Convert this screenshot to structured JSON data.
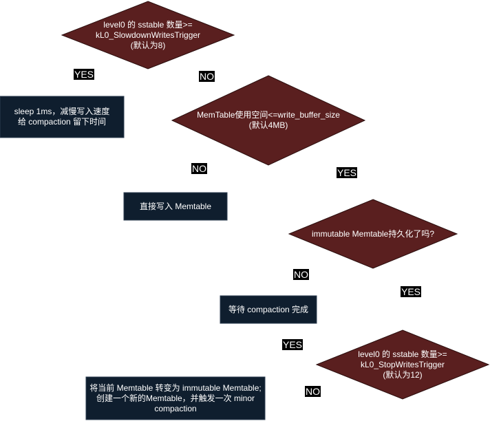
{
  "colors": {
    "diamond_fill": "#5a1f1f",
    "diamond_stroke": "#2a0e0e",
    "box_fill": "#0f1e2e",
    "box_stroke": "#2c3e50",
    "label_bg": "#000000",
    "text": "#ffffff"
  },
  "nodes": {
    "d1": "level0 的 sstable 数量>=\nkL0_SlowdownWritesTrigger\n(默认为8)",
    "b1": "sleep 1ms，减慢写入速度\n给 compaction 留下时间",
    "d2": "MemTable使用空间<=write_buffer_size\n(默认4MB)",
    "b2": "直接写入 Memtable",
    "d3": "immutable Memtable持久化了吗?",
    "b3": "等待 compaction 完成",
    "d4": "level0 的 sstable 数量>=\nkL0_StopWritesTrigger\n(默认为12)",
    "b4": "将当前 Memtable 转变为 immutable Memtable;\n创建一个新的Memtable，并触发一次 minor\ncompaction"
  },
  "labels": {
    "d1_yes": "YES",
    "d1_no": "NO",
    "d2_no": "NO",
    "d2_yes": "YES",
    "d3_no": "NO",
    "d3_yes": "YES",
    "d4_yes": "YES",
    "d4_no": "NO"
  }
}
